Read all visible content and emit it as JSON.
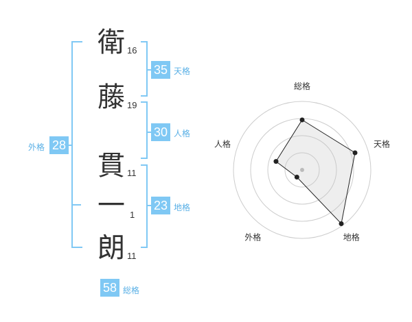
{
  "name_chars": [
    {
      "char": "衛",
      "strokes": "16"
    },
    {
      "char": "藤",
      "strokes": "19"
    },
    {
      "char": "貫",
      "strokes": "11"
    },
    {
      "char": "一",
      "strokes": "1"
    },
    {
      "char": "朗",
      "strokes": "11"
    }
  ],
  "fortune": {
    "tenkaku": {
      "value": "35",
      "label": "天格"
    },
    "jinkaku": {
      "value": "30",
      "label": "人格"
    },
    "chikaku": {
      "value": "23",
      "label": "地格"
    },
    "gaikaku": {
      "value": "28",
      "label": "外格"
    },
    "soukaku": {
      "value": "58",
      "label": "総格"
    }
  },
  "colors": {
    "accent": "#7fc8f4",
    "label": "#5ab0e6",
    "text": "#333333"
  },
  "chart_data": {
    "type": "radar",
    "axes": [
      "総格",
      "天格",
      "地格",
      "外格",
      "人格"
    ],
    "values": [
      0.73,
      0.81,
      0.97,
      0.13,
      0.4
    ],
    "max": 1,
    "rings": 4
  }
}
